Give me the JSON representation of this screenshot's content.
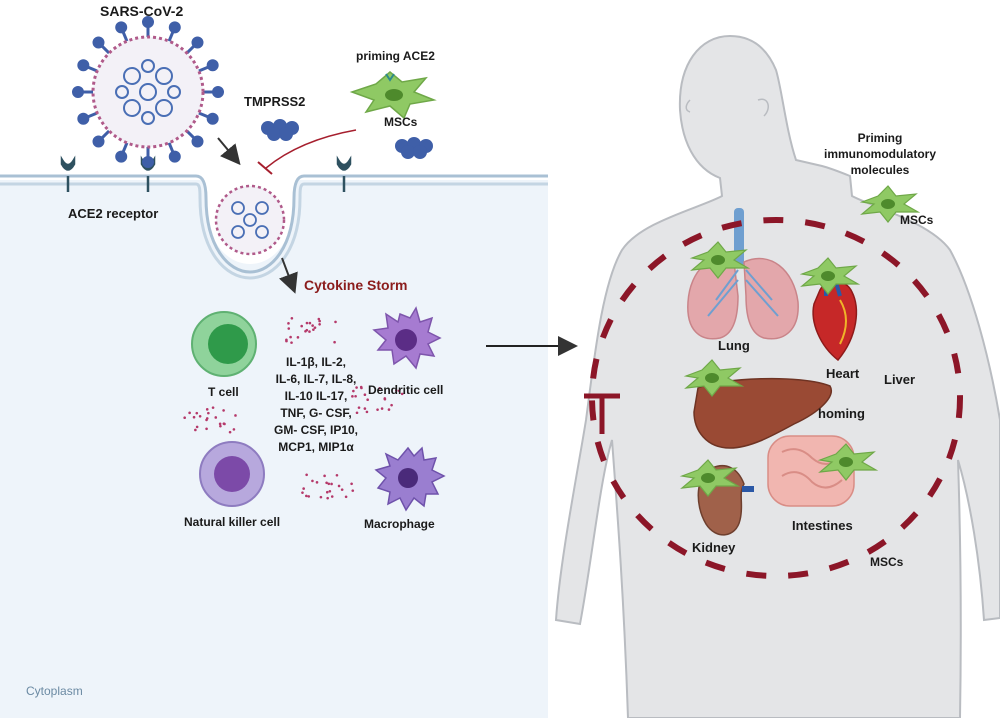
{
  "left_panel": {
    "virus_label": "SARS-CoV-2",
    "protease_label": "TMPRSS2",
    "priming_label": "priming ACE2",
    "msc_label": "MSCs",
    "receptor_label": "ACE2 receptor",
    "storm_label": "Cytokine Storm",
    "cytokines": [
      "IL-1β, IL-2,",
      "IL-6, IL-7, IL-8,",
      "IL-10 IL-17,",
      "TNF, G- CSF,",
      "GM- CSF, IP10,",
      "MCP1, MIP1α"
    ],
    "cells": {
      "t_cell": "T cell",
      "dendritic_cell": "Dendritic cell",
      "nk_cell": "Natural killer cell",
      "macrophage": "Macrophage"
    },
    "cytoplasm_label": "Cytoplasm"
  },
  "right_panel": {
    "priming_lines": [
      "Priming",
      "immunomodulatory",
      "molecules"
    ],
    "msc_top_label": "MSCs",
    "organs": {
      "lung": "Lung",
      "heart": "Heart",
      "liver": "Liver",
      "homing": "homing",
      "kidney": "Kidney",
      "intestines": "Intestines"
    },
    "msc_bottom_label": "MSCs"
  },
  "colors": {
    "cytoplasm_bg": "#eef4fa",
    "membrane": "#a9c0d4",
    "virus_spike": "#3f5fa8",
    "storm_text": "#8b1c1c",
    "msc_green": "#8fc964",
    "dash_red": "#8c1628",
    "body_fill": "#e4e5e7"
  }
}
